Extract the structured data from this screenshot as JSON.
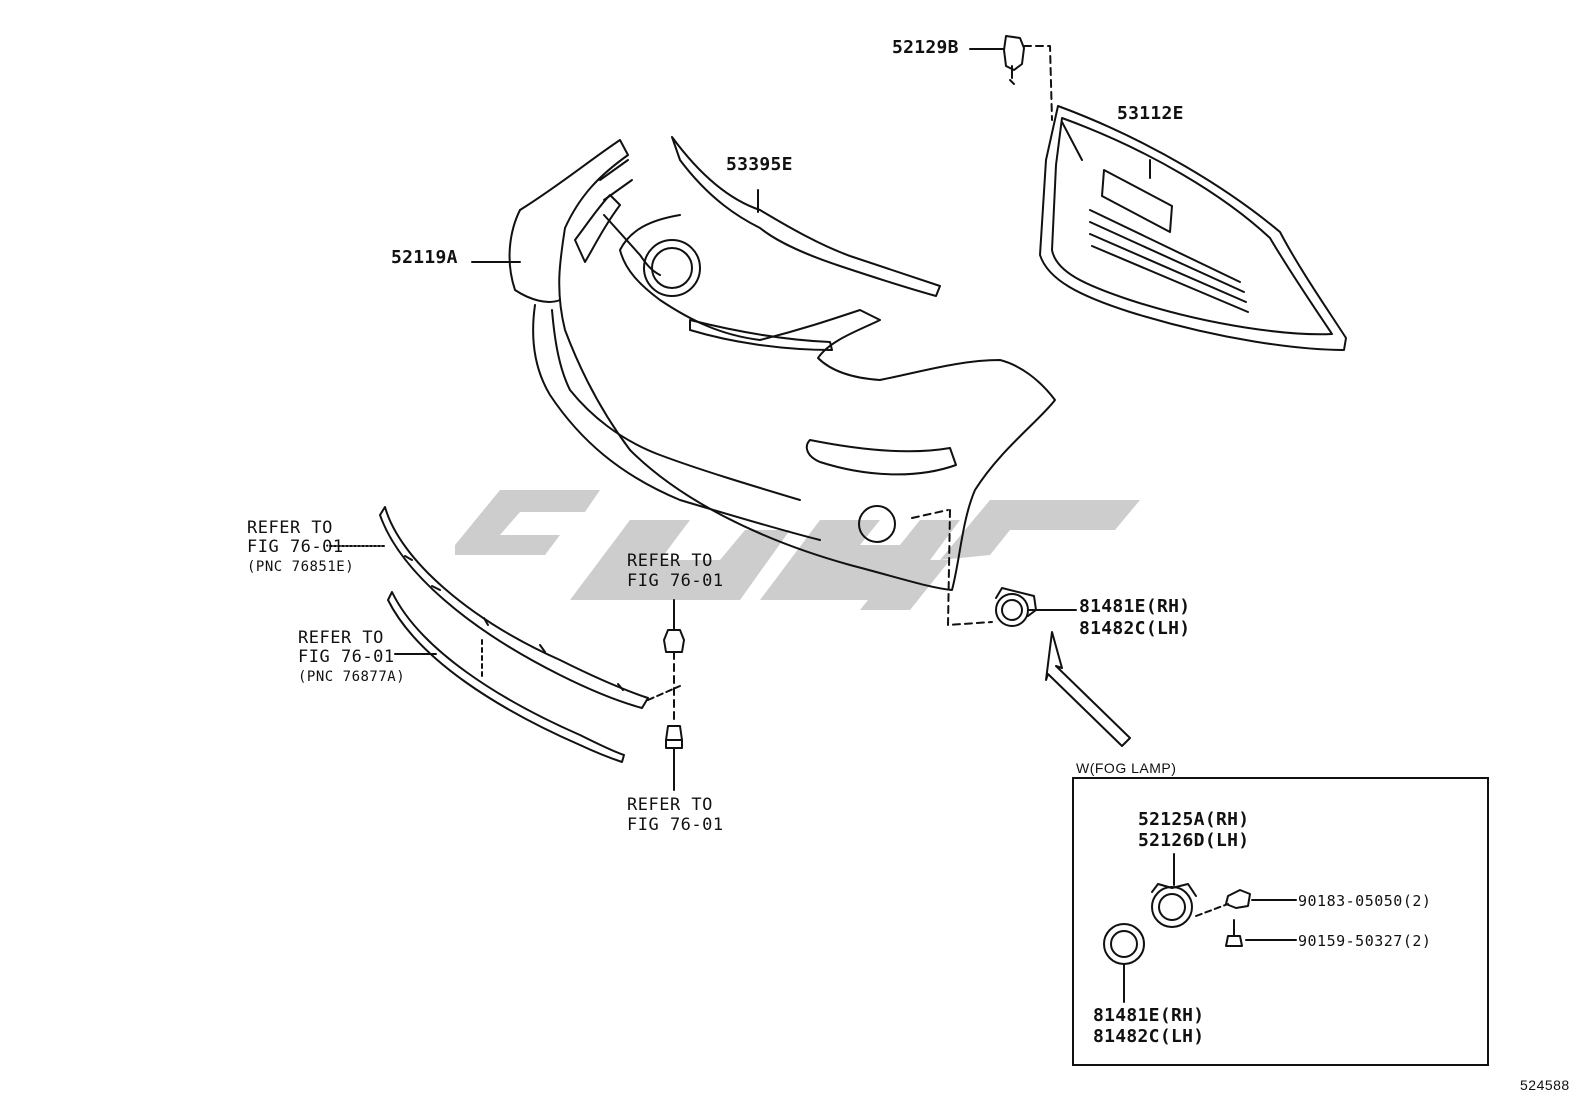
{
  "parts": {
    "p52129B": "52129B",
    "p53112E": "53112E",
    "p53395E": "53395E",
    "p52119A": "52119A",
    "p81481E_rh": "81481E(RH)",
    "p81482C_lh": "81482C(LH)"
  },
  "refs": {
    "ref1_line1": "REFER TO",
    "ref1_line2": "FIG 76-01",
    "ref1_line3": "(PNC 76851E)",
    "ref2_line1": "REFER TO",
    "ref2_line2": "FIG 76-01",
    "ref2_line3": "(PNC 76877A)",
    "ref3_line1": "REFER TO",
    "ref3_line2": "FIG 76-01",
    "ref4_line1": "REFER TO",
    "ref4_line2": "FIG 76-01"
  },
  "inset": {
    "title": "W(FOG LAMP)",
    "p52125A_rh": "52125A(RH)",
    "p52126D_lh": "52126D(LH)",
    "p90183": "90183-05050(2)",
    "p90159": "90159-50327(2)",
    "p81481E_rh": "81481E(RH)",
    "p81482C_lh": "81482C(LH)"
  },
  "figure_number": "524588",
  "colors": {
    "line": "#111111",
    "watermark": "#c9c9c9"
  }
}
